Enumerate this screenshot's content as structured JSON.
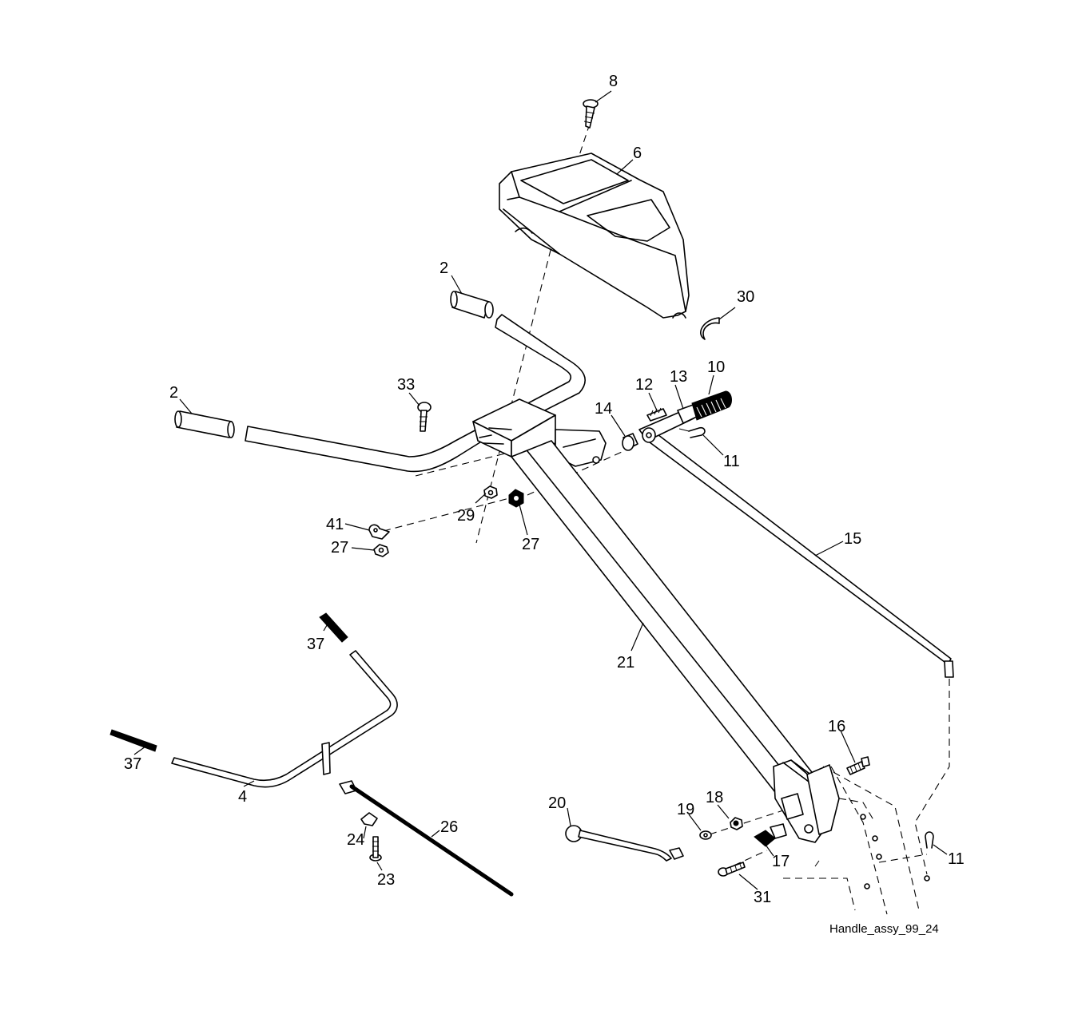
{
  "diagram": {
    "caption": "Handle_assy_99_24",
    "callouts": [
      "8",
      "6",
      "2",
      "30",
      "2",
      "33",
      "12",
      "13",
      "10",
      "14",
      "11",
      "29",
      "27",
      "41",
      "27",
      "15",
      "21",
      "37",
      "37",
      "4",
      "26",
      "24",
      "23",
      "16",
      "20",
      "19",
      "18",
      "17",
      "11",
      "31"
    ]
  }
}
